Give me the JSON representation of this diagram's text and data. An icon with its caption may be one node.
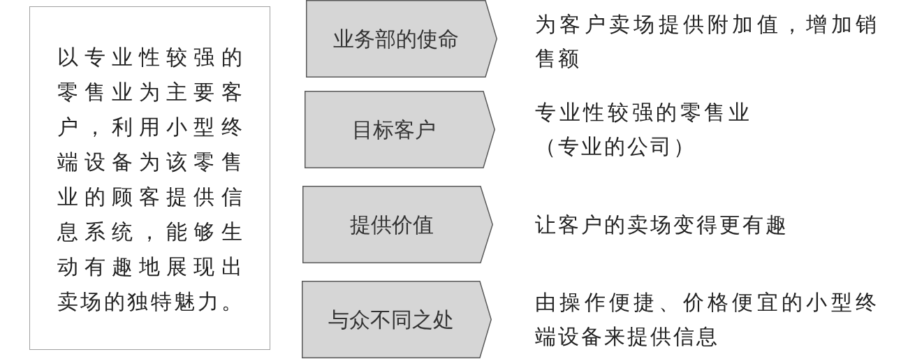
{
  "diagram": {
    "nodes": [
      {
        "text": [
          "以专业性较强的零售业为主要客户，利用小型终端设备为该零售业的顾客提供信息系统，能够生动有趣地展现出卖场的独特魅力。"
        ]
      },
      {
        "text": [
          "业务部的使命"
        ],
        "beside": [
          "为客户卖场提供附加值，增加销售额"
        ]
      },
      {
        "text": [
          "目标客户"
        ],
        "beside": [
          "专业性较强的零售业（专业的公司）"
        ]
      },
      {
        "text": [
          "提供价值"
        ],
        "beside": [
          "让客户的卖场变得更有趣"
        ]
      },
      {
        "text": [
          "与众不同之处"
        ],
        "beside": [
          "由操作便捷、价格便宜的小型终端设备来提供信息"
        ]
      }
    ]
  }
}
